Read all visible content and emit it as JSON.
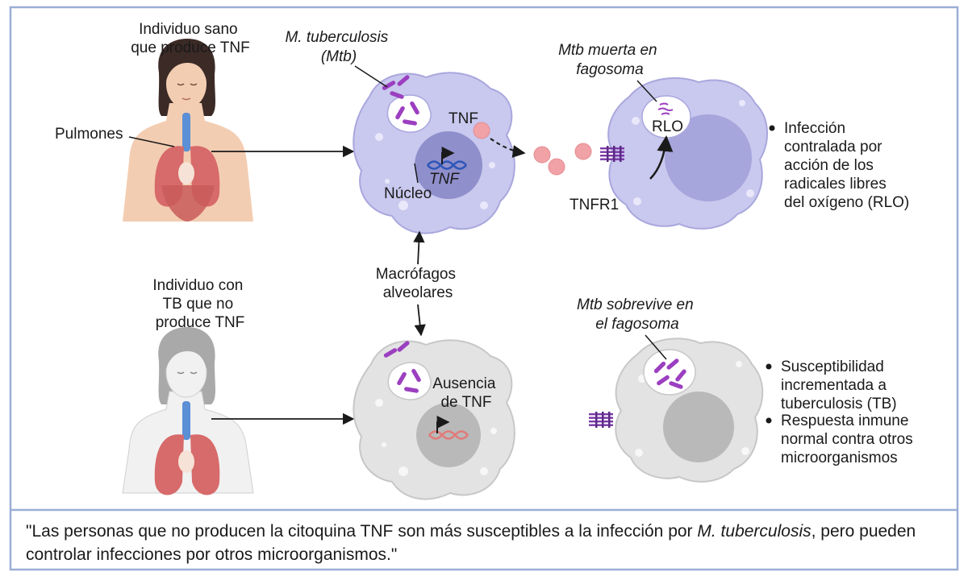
{
  "labels": {
    "healthy_title": [
      "Individuo sano",
      "que produce TNF"
    ],
    "lungs": "Pulmones",
    "mtb_name": [
      "M. tuberculosis",
      "(Mtb)"
    ],
    "tnf": "TNF",
    "tnf_gene": "TNF",
    "nucleus": "Núcleo",
    "mtb_dead": [
      "Mtb muerta en",
      "fagosoma"
    ],
    "rlo": "RLO",
    "tnfr1": "TNFR1",
    "macrophages": [
      "Macrófagos",
      "alveolares"
    ],
    "tb_title": [
      "Individuo con",
      "TB que no",
      "produce TNF"
    ],
    "absence_tnf": [
      "Ausencia",
      "de TNF"
    ],
    "mtb_survives": [
      "Mtb sobrevive en",
      "el fagosoma"
    ]
  },
  "outcomes": {
    "healthy": [
      [
        "Infección",
        "contralada por",
        "acción de los",
        "radicales libres",
        "del oxígeno (RLO)"
      ]
    ],
    "tb": [
      [
        "Susceptibilidad",
        "incrementada a",
        "tuberculosis (TB)"
      ],
      [
        "Respuesta inmune",
        "normal contra otros",
        "microorganismos"
      ]
    ]
  },
  "caption": {
    "before": "\"Las personas que no producen la citoquina TNF son más susceptibles a la infección por ",
    "italic": "M. tuberculosis",
    "after": ", pero pueden controlar infecciones por otros microorganismos.\""
  },
  "colors": {
    "frame": "#9aaed6",
    "macrophage_active": "#c9c8ee",
    "macrophage_inactive": "#e3e3e3",
    "bacteria": "#9b3fc0",
    "tnf_molecule": "#f0a2a6",
    "dna_active": "#2f56b8",
    "dna_inactive": "#e07b7b",
    "skin": "#f3cdb2",
    "lungs": "#d76a6a",
    "trachea": "#5b8fd6"
  }
}
